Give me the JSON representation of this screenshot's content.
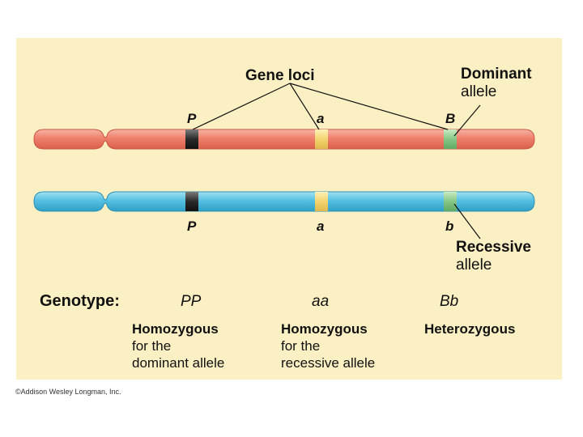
{
  "labels": {
    "gene_loci": "Gene loci",
    "dominant_allele": [
      "Dominant",
      "allele"
    ],
    "recessive_allele": [
      "Recessive",
      "allele"
    ],
    "genotype": "Genotype:"
  },
  "loci": {
    "top": [
      "P",
      "a",
      "B"
    ],
    "bottom": [
      "P",
      "a",
      "b"
    ]
  },
  "columns": [
    {
      "genotype": "PP",
      "title": "Homozygous",
      "desc": [
        "for the",
        "dominant allele"
      ]
    },
    {
      "genotype": "aa",
      "title": "Homozygous",
      "desc": [
        "for the",
        "recessive allele"
      ]
    },
    {
      "genotype": "Bb",
      "title": "Heterozygous",
      "desc": []
    }
  ],
  "copyright": "©Addison Wesley Longman, Inc.",
  "colors": {
    "panel": "#fbf0c3",
    "chromosome_maternal": "#f08a78",
    "chromosome_paternal": "#5cc6e4",
    "locus_P": "#2e2e2e",
    "locus_a": "#f6d87a",
    "locus_B": "#8cc98a"
  }
}
